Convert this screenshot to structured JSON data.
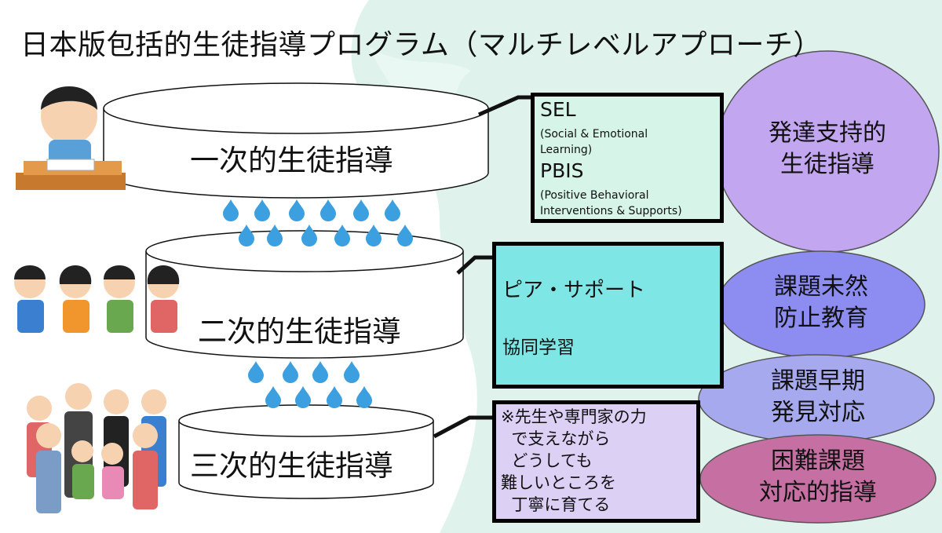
{
  "title": "日本版包括的生徒指導プログラム（マルチレベルアプローチ）",
  "tiers": {
    "primary": "一次的生徒指導",
    "secondary": "二次的生徒指導",
    "tertiary": "三次的生徒指導"
  },
  "box1": {
    "sel": "SEL",
    "sel_full_1": "(Social & Emotional",
    "sel_full_2": "Learning)",
    "pbis": "PBIS",
    "pbis_full_1": "(Positive Behavioral",
    "pbis_full_2": "Interventions & Supports)"
  },
  "box2": {
    "peer": "ピア・サポート",
    "coop": "協同学習"
  },
  "box3": {
    "lines": [
      "※先生や専門家の力",
      "  で支えながら",
      "  どうしても",
      "難しいところを",
      "  丁寧に育てる"
    ]
  },
  "circles": {
    "c1": [
      "発達支持的",
      "生徒指導"
    ],
    "c2": [
      "課題未然",
      "防止教育"
    ],
    "c3": [
      "課題早期",
      "発見対応"
    ],
    "c4": [
      "困難課題",
      "対応的指導"
    ]
  },
  "colors": {
    "box1_fill": "#d6f5e8",
    "box2_fill": "#7fe6e6",
    "box3_fill": "#dcd0f5",
    "circle1": "#c3a6f0",
    "circle2": "#8d8cf0",
    "circle3": "#a7a9ee",
    "circle4": "#c56fa2",
    "drop": "#3b9fe0",
    "wash": "#dff3ec"
  }
}
